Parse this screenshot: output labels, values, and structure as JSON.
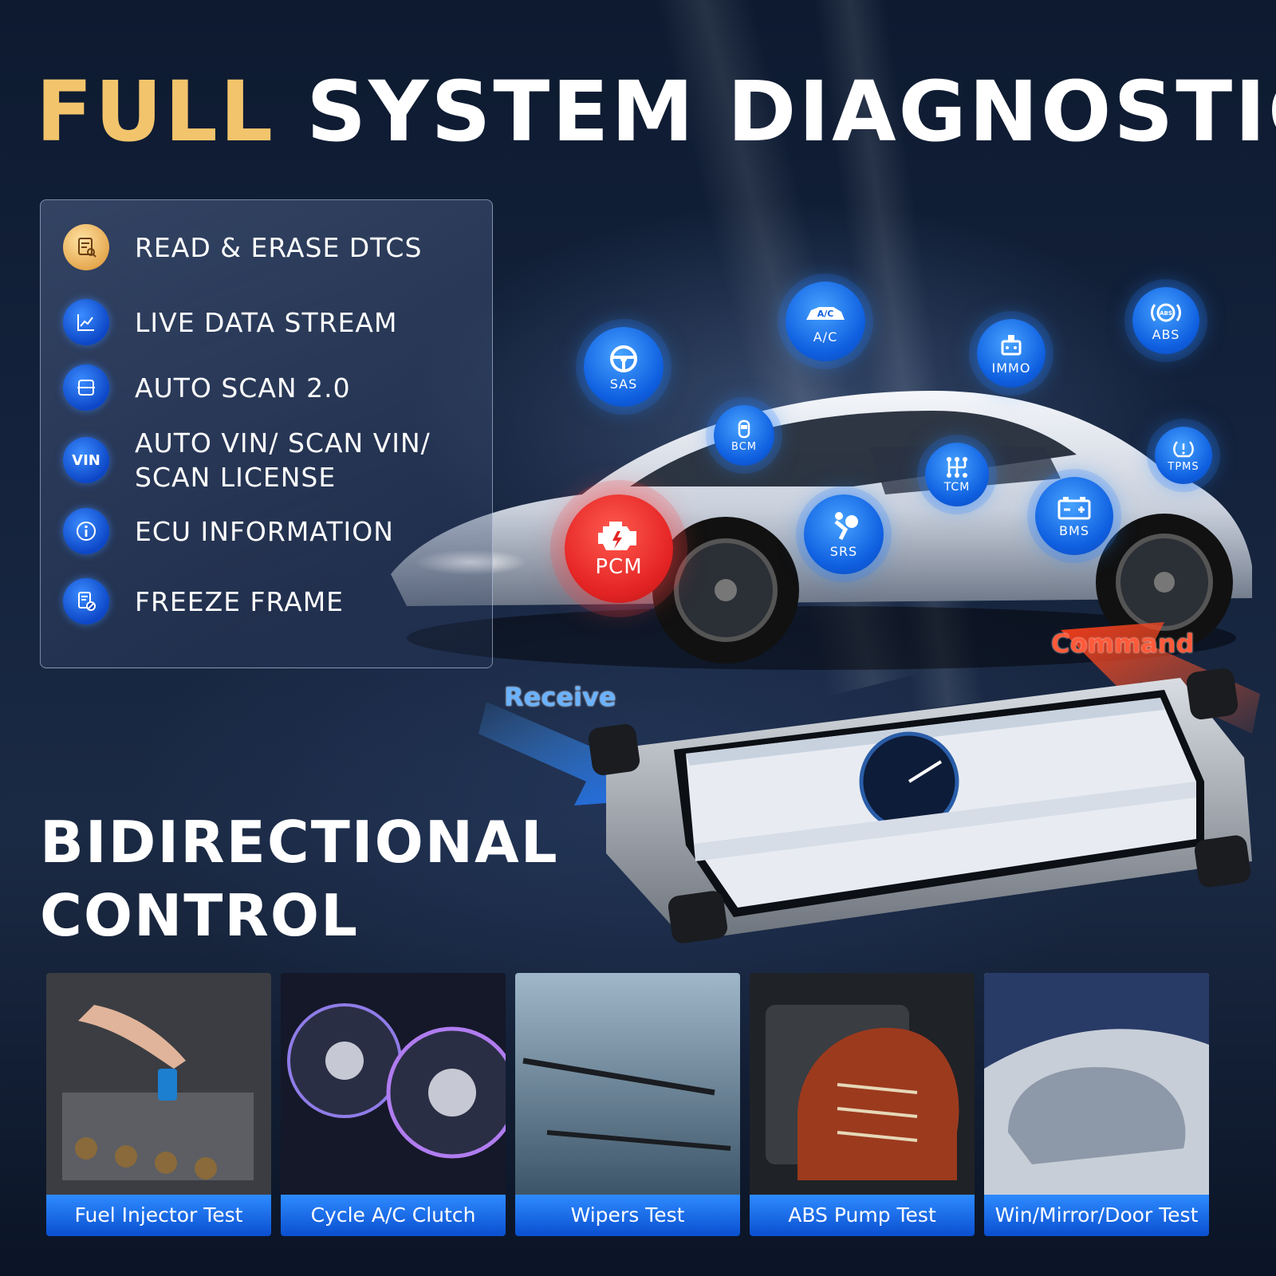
{
  "headline": {
    "word1": "FULL",
    "word2": "SYSTEM DIAGNOSTIC"
  },
  "features": [
    {
      "icon": "dtc-doc-icon",
      "label": "READ & ERASE DTCS"
    },
    {
      "icon": "line-chart-icon",
      "label": "LIVE DATA STREAM"
    },
    {
      "icon": "scan-frame-icon",
      "label": "AUTO SCAN 2.0"
    },
    {
      "icon": "vin-badge-icon",
      "badge": "VIN",
      "label": "AUTO VIN/ SCAN VIN/ SCAN LICENSE"
    },
    {
      "icon": "info-icon",
      "label": "ECU INFORMATION"
    },
    {
      "icon": "freeze-frame-icon",
      "label": "FREEZE FRAME"
    }
  ],
  "modules": [
    {
      "id": "sas",
      "label": "SAS",
      "icon": "steering-wheel-icon"
    },
    {
      "id": "ac",
      "label": "A/C",
      "icon": "car-ac-icon"
    },
    {
      "id": "immo",
      "label": "IMMO",
      "icon": "immobilizer-icon"
    },
    {
      "id": "abs",
      "label": "ABS",
      "icon": "abs-brake-icon"
    },
    {
      "id": "bcm",
      "label": "BCM",
      "icon": "car-body-icon"
    },
    {
      "id": "tcm",
      "label": "TCM",
      "icon": "gear-shift-icon"
    },
    {
      "id": "tpms",
      "label": "TPMS",
      "icon": "tire-pressure-icon"
    },
    {
      "id": "pcm",
      "label": "PCM",
      "icon": "engine-icon"
    },
    {
      "id": "srs",
      "label": "SRS",
      "icon": "airbag-icon"
    },
    {
      "id": "bms",
      "label": "BMS",
      "icon": "battery-icon"
    }
  ],
  "arrows": {
    "receive": "Receive",
    "command": "Command"
  },
  "bidirectional": {
    "line1": "BIDIRECTIONAL",
    "line2": "CONTROL"
  },
  "tests": [
    {
      "label": "Fuel Injector Test"
    },
    {
      "label": "Cycle A/C Clutch"
    },
    {
      "label": "Wipers Test"
    },
    {
      "label": "ABS Pump Test"
    },
    {
      "label": "Win/Mirror/Door Test"
    }
  ],
  "colors": {
    "gold": "#f2c46c",
    "blue": "#0f5fe0",
    "red": "#e42424",
    "caption_blue": "#1a6ef0"
  }
}
